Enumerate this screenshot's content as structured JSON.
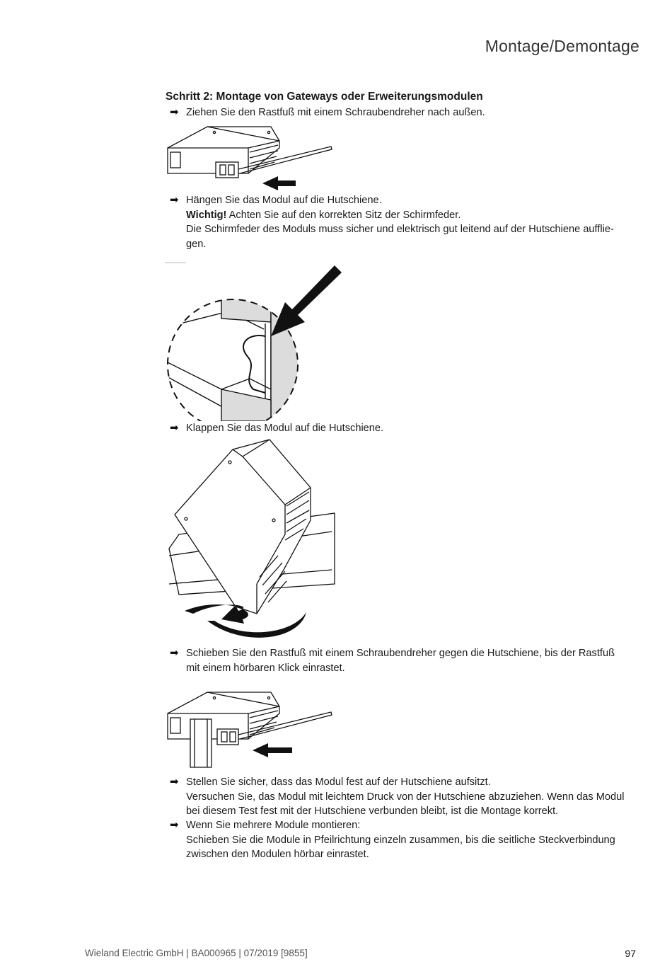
{
  "header": {
    "title": "Montage/Demontage"
  },
  "section": {
    "heading": "Schritt 2: Montage von Gateways oder Erweiterungsmodulen"
  },
  "arrow_glyph": "➡",
  "steps": [
    {
      "lines": [
        "Ziehen Sie den Rastfuß mit einem Schraubendreher nach außen."
      ]
    },
    {
      "bold": "Wichtig!",
      "lines": [
        "Hängen Sie das Modul auf die Hutschiene.",
        "Achten Sie auf den korrekten Sitz der Schirmfeder.",
        "Die Schirmfeder des Moduls muss sicher und elektrisch gut leitend auf der Hutschiene aufflie-",
        "gen."
      ]
    },
    {
      "lines": [
        "Klappen Sie das Modul auf die Hutschiene."
      ]
    },
    {
      "lines": [
        "Schieben Sie den Rastfuß mit einem Schraubendreher gegen die Hutschiene, bis der Rastfuß",
        "mit einem hörbaren Klick einrastet."
      ]
    },
    {
      "lines": [
        "Stellen Sie sicher, dass das Modul fest auf der Hutschiene aufsitzt.",
        "Versuchen Sie, das Modul mit leichtem Druck von der Hutschiene abzuziehen. Wenn das Modul",
        "bei diesem Test fest mit der Hutschiene verbunden bleibt, ist die Montage korrekt."
      ]
    },
    {
      "lines": [
        "Wenn Sie mehrere Module montieren:",
        "Schieben Sie die Module in Pfeilrichtung einzeln zusammen, bis die seitliche Steckverbindung",
        "zwischen den Modulen hörbar einrastet."
      ]
    }
  ],
  "footer": {
    "text": "Wieland Electric GmbH | BA000965 | 07/2019 [9855]",
    "page_number": "97"
  }
}
